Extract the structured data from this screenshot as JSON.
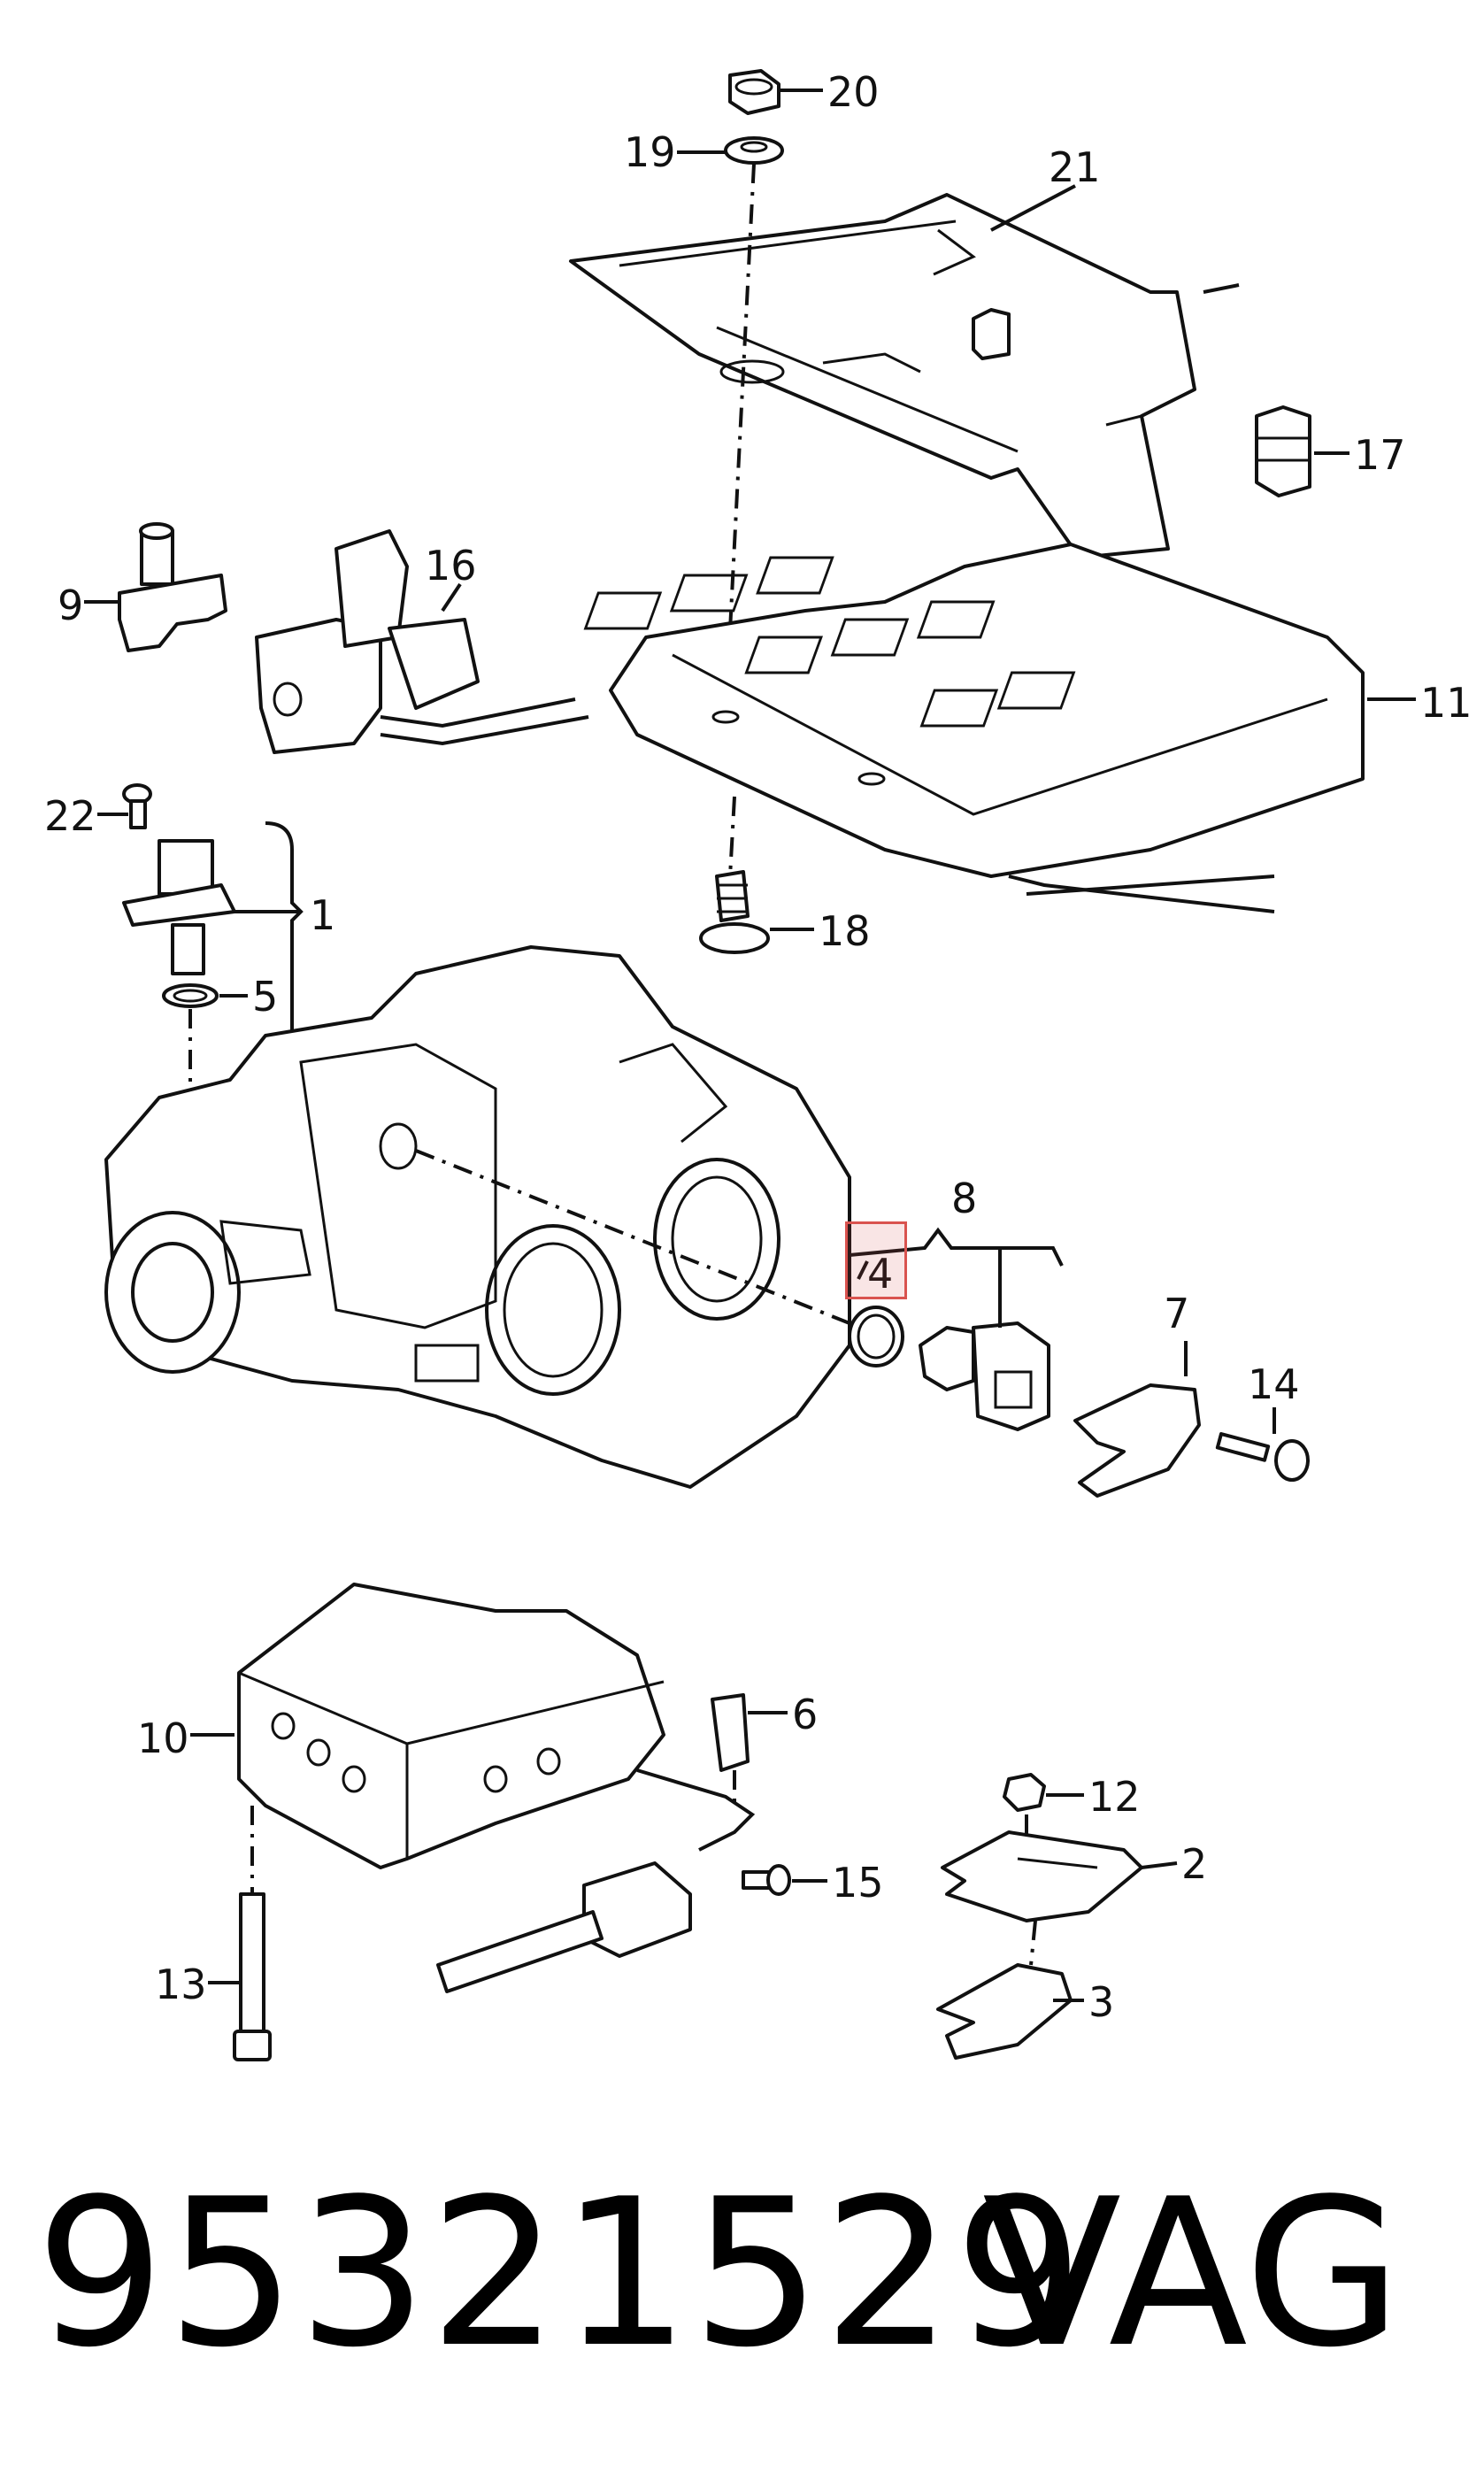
{
  "callouts": {
    "c1": "1",
    "c2": "2",
    "c3": "3",
    "c4": "4",
    "c5": "5",
    "c6": "6",
    "c7": "7",
    "c8": "8",
    "c9": "9",
    "c10": "10",
    "c11": "11",
    "c12": "12",
    "c13": "13",
    "c14": "14",
    "c15": "15",
    "c16": "16",
    "c17": "17",
    "c18": "18",
    "c19": "19",
    "c20": "20",
    "c21": "21",
    "c22": "22"
  },
  "footer": {
    "part_number": "95321529",
    "brand": "VAG"
  },
  "highlight": {
    "target_label": "4",
    "color": "#d9534f"
  }
}
